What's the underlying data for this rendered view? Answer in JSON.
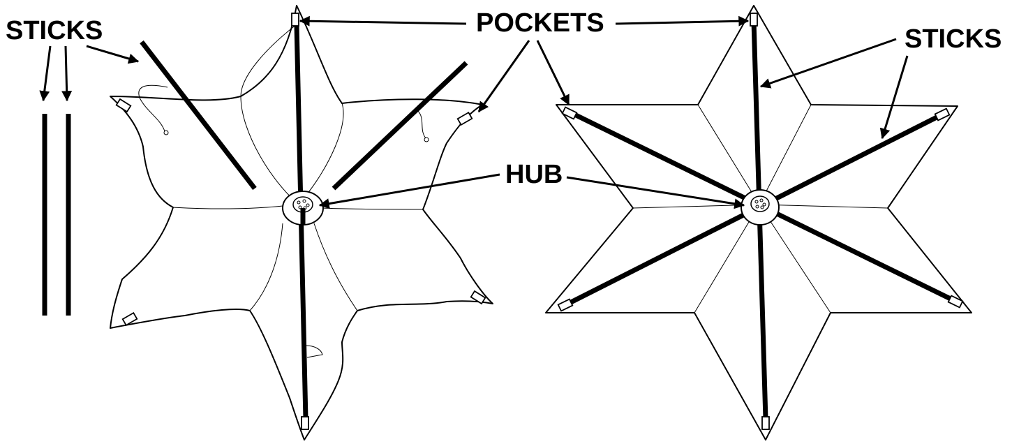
{
  "labels": {
    "sticks_left": "STICKS",
    "pockets": "POCKETS",
    "sticks_right": "STICKS",
    "hub": "HUB"
  },
  "colors": {
    "ink": "#000000",
    "background": "#ffffff"
  }
}
